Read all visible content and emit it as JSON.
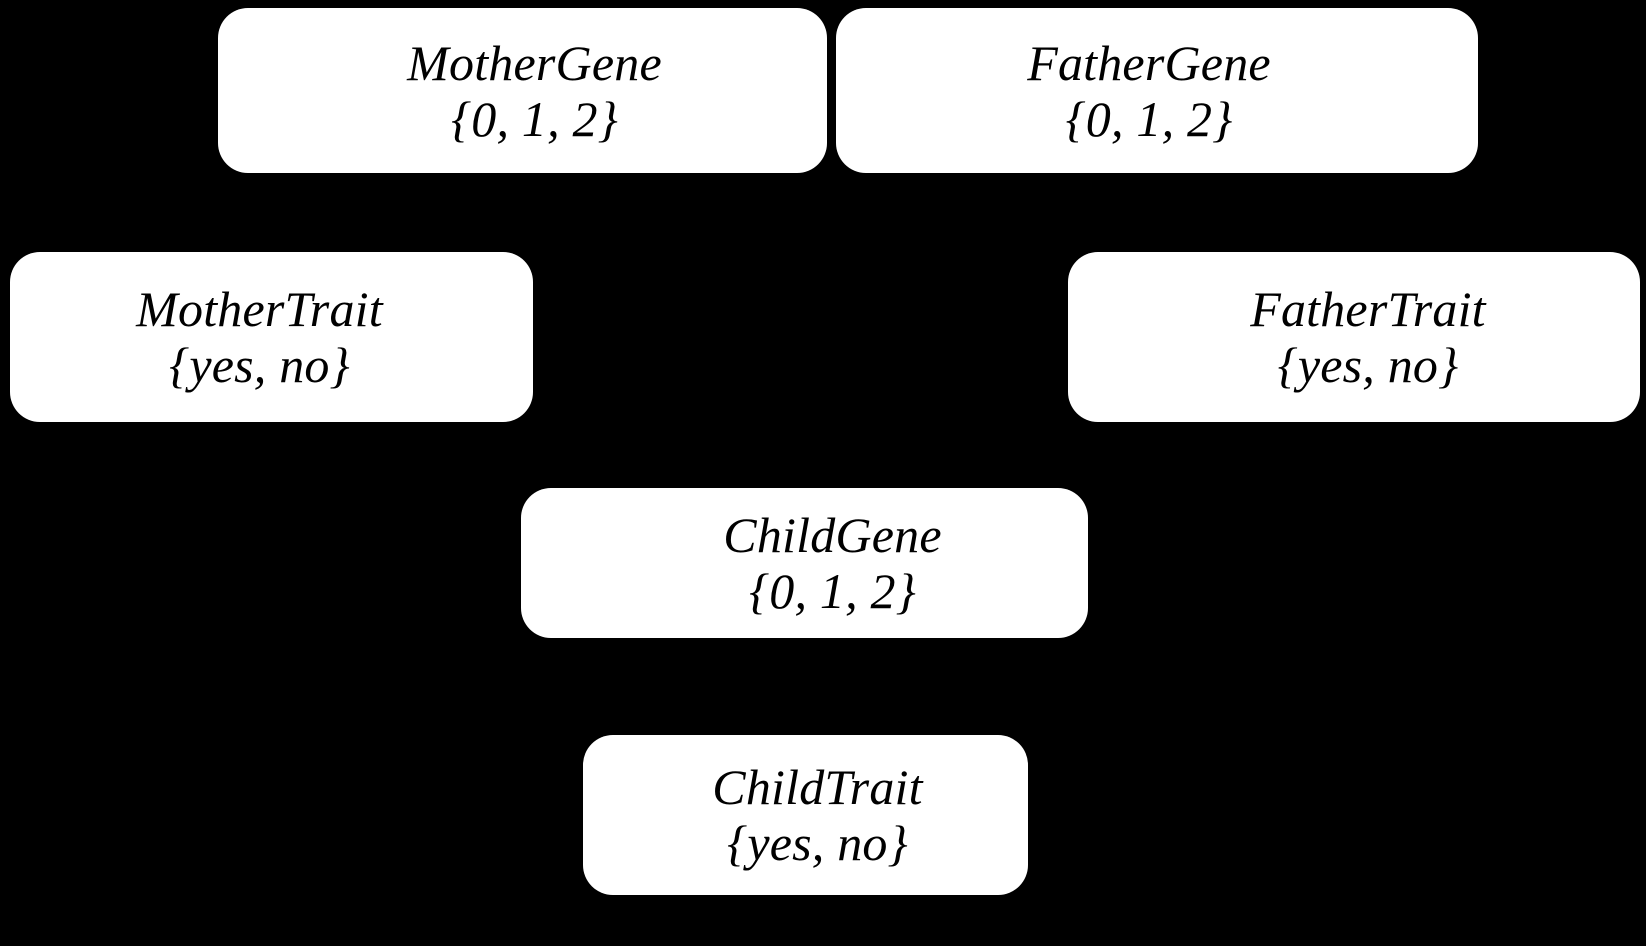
{
  "diagram": {
    "type": "bayesian-network",
    "background_color": "#000000",
    "node_fill_color": "#ffffff",
    "node_text_color": "#000000",
    "nodes": [
      {
        "id": "mother-gene",
        "label": "MotherGene",
        "domain": "{0, 1, 2}",
        "values": [
          "0",
          "1",
          "2"
        ]
      },
      {
        "id": "father-gene",
        "label": "FatherGene",
        "domain": "{0, 1, 2}",
        "values": [
          "0",
          "1",
          "2"
        ]
      },
      {
        "id": "mother-trait",
        "label": "MotherTrait",
        "domain": "{yes, no}",
        "values": [
          "yes",
          "no"
        ]
      },
      {
        "id": "father-trait",
        "label": "FatherTrait",
        "domain": "{yes, no}",
        "values": [
          "yes",
          "no"
        ]
      },
      {
        "id": "child-gene",
        "label": "ChildGene",
        "domain": "{0, 1, 2}",
        "values": [
          "0",
          "1",
          "2"
        ]
      },
      {
        "id": "child-trait",
        "label": "ChildTrait",
        "domain": "{yes, no}",
        "values": [
          "yes",
          "no"
        ]
      }
    ]
  }
}
